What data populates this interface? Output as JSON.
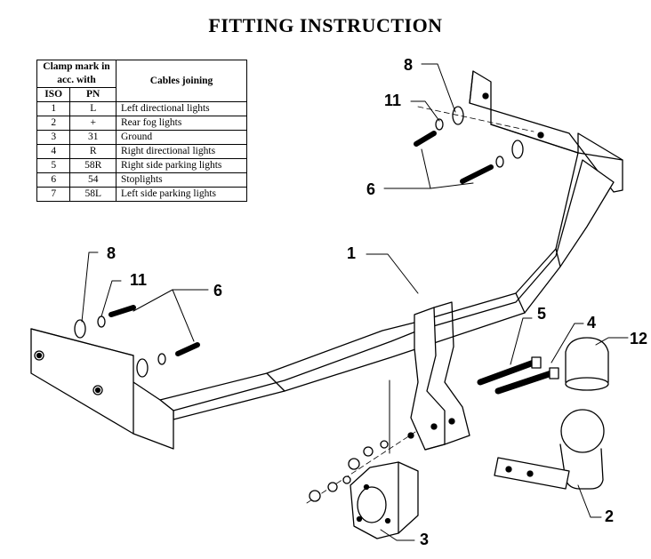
{
  "title": "FITTING INSTRUCTION",
  "table": {
    "header_group": "Clamp mark in acc. with",
    "header_iso": "ISO",
    "header_pn": "PN",
    "header_cables": "Cables joining",
    "rows": [
      {
        "iso": "1",
        "pn": "L",
        "cable": "Left directional lights"
      },
      {
        "iso": "2",
        "pn": "+",
        "cable": "Rear fog lights"
      },
      {
        "iso": "3",
        "pn": "31",
        "cable": "Ground"
      },
      {
        "iso": "4",
        "pn": "R",
        "cable": "Right directional lights"
      },
      {
        "iso": "5",
        "pn": "58R",
        "cable": "Right side parking lights"
      },
      {
        "iso": "6",
        "pn": "54",
        "cable": "Stoplights"
      },
      {
        "iso": "7",
        "pn": "58L",
        "cable": "Left side parking lights"
      }
    ]
  },
  "callouts": {
    "washer_right": "8",
    "lockwasher_right": "11",
    "bolts_right": "6",
    "washer_left": "8",
    "lockwasher_left": "11",
    "bolts_left": "6",
    "crossbar": "1",
    "ball_bolts": "5",
    "ball_nut": "4",
    "cap": "12",
    "towball": "2",
    "socket_plate": "3"
  }
}
